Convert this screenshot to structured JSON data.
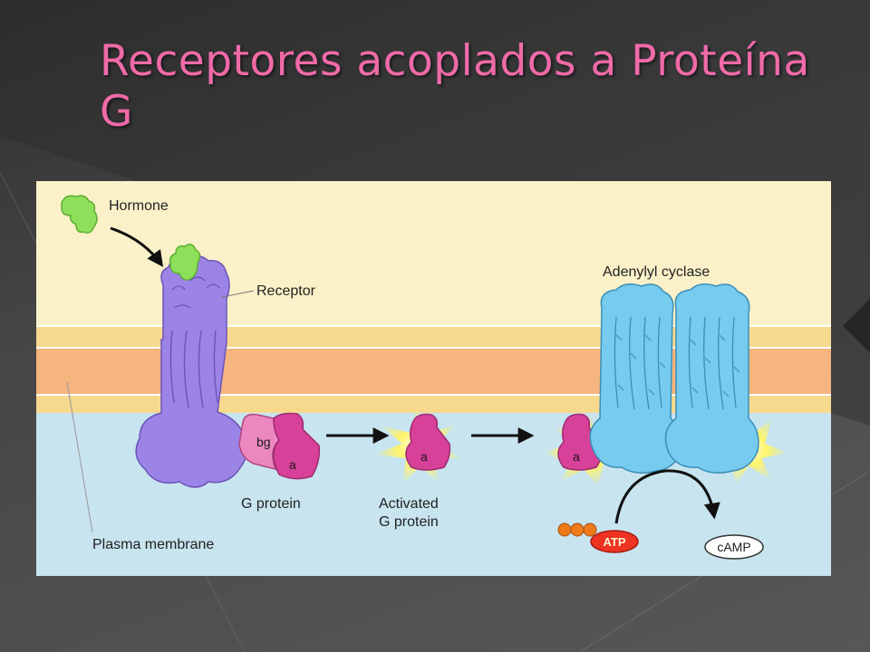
{
  "slide": {
    "title": "Receptores acoplados a Proteína G"
  },
  "diagram": {
    "labels": {
      "hormone": "Hormone",
      "receptor": "Receptor",
      "adenylyl_cyclase": "Adenylyl cyclase",
      "g_protein": "G protein",
      "activated_g_protein_line1": "Activated",
      "activated_g_protein_line2": "G protein",
      "plasma_membrane": "Plasma membrane",
      "atp": "ATP",
      "camp": "cAMP"
    },
    "subunits": {
      "beta_gamma": "bg",
      "alpha": "a"
    },
    "colors": {
      "extracellular": "#fbf1c8",
      "membrane_outer": "#f7d98e",
      "membrane_core": "#f6b47e",
      "cytoplasm": "#c7e4ef",
      "hormone": "#8ee05a",
      "receptor": "#9b84e6",
      "g_protein": "#d8419a",
      "beta_gamma": "#ec87c0",
      "adenylyl_cyclase": "#77cbef",
      "atp": "#ee3322",
      "phosphate": "#f07a1a",
      "activation_glow": "#fff15a"
    }
  }
}
